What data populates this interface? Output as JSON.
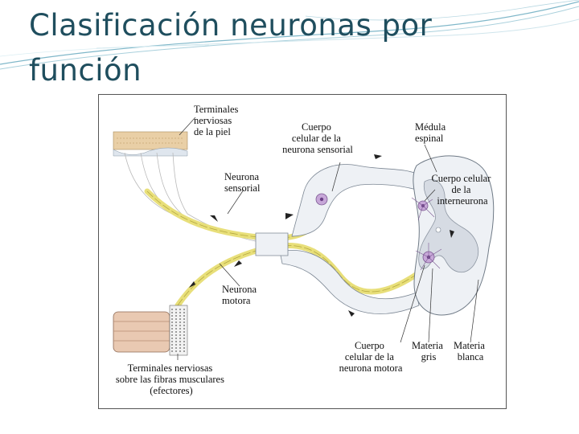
{
  "slide": {
    "title_line1": "Clasificación  neuronas  por",
    "title_line2": "función"
  },
  "diagram": {
    "labels": {
      "terminales_piel": [
        "Terminales",
        "nerviosas",
        "de la piel"
      ],
      "cuerpo_sensorial": [
        "Cuerpo",
        "celular de la",
        "neurona sensorial"
      ],
      "medula": [
        "Médula",
        "espinal"
      ],
      "neurona_sensorial": [
        "Neurona",
        "sensorial"
      ],
      "cuerpo_interneurona": [
        "Cuerpo celular",
        "de la",
        "interneurona"
      ],
      "neurona_motora": [
        "Neurona",
        "motora"
      ],
      "cuerpo_motora": [
        "Cuerpo",
        "celular de la",
        "neurona motora"
      ],
      "materia_gris": [
        "Materia",
        "gris"
      ],
      "materia_blanca": [
        "Materia",
        "blanca"
      ],
      "terminales_musculo": [
        "Terminales nerviosas",
        "sobre las fibras musculares",
        "(efectores)"
      ]
    }
  }
}
